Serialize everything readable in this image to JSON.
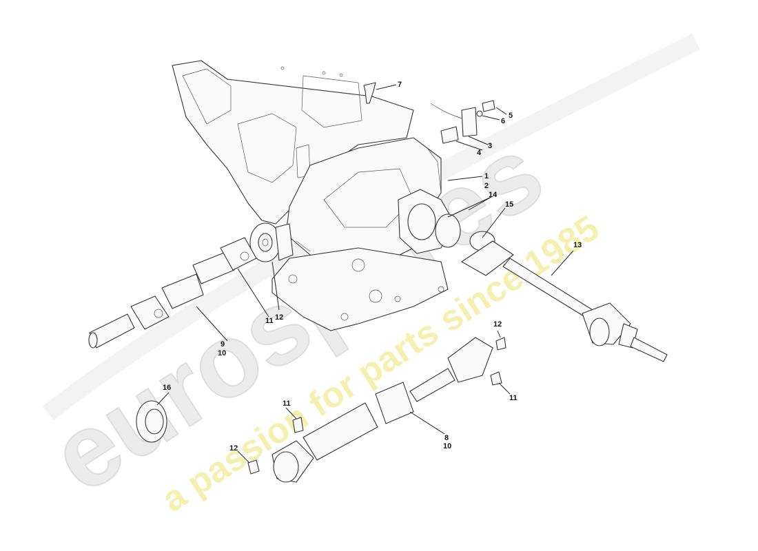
{
  "watermark": {
    "brand": "eurospares",
    "tagline": "a passion for parts since 1985",
    "brand_color": "#e6e6e6",
    "tagline_color": "#f3f0a8"
  },
  "callouts": [
    {
      "id": "c1",
      "text": "1"
    },
    {
      "id": "c2",
      "text": "2"
    },
    {
      "id": "c3",
      "text": "3"
    },
    {
      "id": "c4",
      "text": "4"
    },
    {
      "id": "c5",
      "text": "5"
    },
    {
      "id": "c6",
      "text": "6"
    },
    {
      "id": "c7",
      "text": "7"
    },
    {
      "id": "c8",
      "text": "8"
    },
    {
      "id": "c9",
      "text": "9"
    },
    {
      "id": "c10a",
      "text": "10"
    },
    {
      "id": "c10b",
      "text": "10"
    },
    {
      "id": "c11a",
      "text": "11"
    },
    {
      "id": "c11b",
      "text": "11"
    },
    {
      "id": "c11c",
      "text": "11"
    },
    {
      "id": "c12a",
      "text": "12"
    },
    {
      "id": "c12b",
      "text": "12"
    },
    {
      "id": "c12c",
      "text": "12"
    },
    {
      "id": "c13",
      "text": "13"
    },
    {
      "id": "c14",
      "text": "14"
    },
    {
      "id": "c15",
      "text": "15"
    },
    {
      "id": "c16",
      "text": "16"
    }
  ]
}
